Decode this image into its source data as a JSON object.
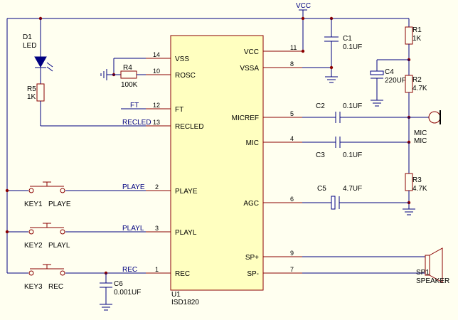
{
  "colors": {
    "background": "#fffff0",
    "wire": "#000080",
    "component": "#8b0000",
    "ic_fill": "#ffffc0"
  },
  "power": {
    "vcc": "VCC"
  },
  "ic": {
    "ref": "U1",
    "part": "ISD1820",
    "pins_left": [
      {
        "num": "14",
        "name": "VSS"
      },
      {
        "num": "10",
        "name": "ROSC"
      },
      {
        "num": "12",
        "name": "FT"
      },
      {
        "num": "13",
        "name": "RECLED"
      },
      {
        "num": "2",
        "name": "PLAYE"
      },
      {
        "num": "3",
        "name": "PLAYL"
      },
      {
        "num": "1",
        "name": "REC"
      }
    ],
    "pins_right": [
      {
        "num": "11",
        "name": "VCC"
      },
      {
        "num": "8",
        "name": "VSSA"
      },
      {
        "num": "5",
        "name": "MICREF"
      },
      {
        "num": "4",
        "name": "MIC"
      },
      {
        "num": "6",
        "name": "AGC"
      },
      {
        "num": "9",
        "name": "SP+"
      },
      {
        "num": "7",
        "name": "SP-"
      }
    ]
  },
  "nets": {
    "ft": "FT",
    "recled": "RECLED",
    "playe": "PLAYE",
    "playl": "PLAYL",
    "rec": "REC"
  },
  "components": {
    "d1": {
      "ref": "D1",
      "value": "LED"
    },
    "r5": {
      "ref": "R5",
      "value": "1K"
    },
    "r4": {
      "ref": "R4",
      "value": "100K"
    },
    "r1": {
      "ref": "R1",
      "value": "1K"
    },
    "r2": {
      "ref": "R2",
      "value": "4.7K"
    },
    "r3": {
      "ref": "R3",
      "value": "4.7K"
    },
    "c1": {
      "ref": "C1",
      "value": "0.1UF"
    },
    "c2": {
      "ref": "C2",
      "value": "0.1UF"
    },
    "c3": {
      "ref": "C3",
      "value": "0.1UF"
    },
    "c4": {
      "ref": "C4",
      "value": "220UF"
    },
    "c5": {
      "ref": "C5",
      "value": "4.7UF"
    },
    "c6": {
      "ref": "C6",
      "value": "0.001UF"
    },
    "key1": {
      "ref": "KEY1",
      "value": "PLAYE"
    },
    "key2": {
      "ref": "KEY2",
      "value": "PLAYL"
    },
    "key3": {
      "ref": "KEY3",
      "value": "REC"
    },
    "mic": {
      "ref": "MIC",
      "value": "MIC"
    },
    "sp1": {
      "ref": "SP1",
      "value": "SPEAKER"
    }
  }
}
